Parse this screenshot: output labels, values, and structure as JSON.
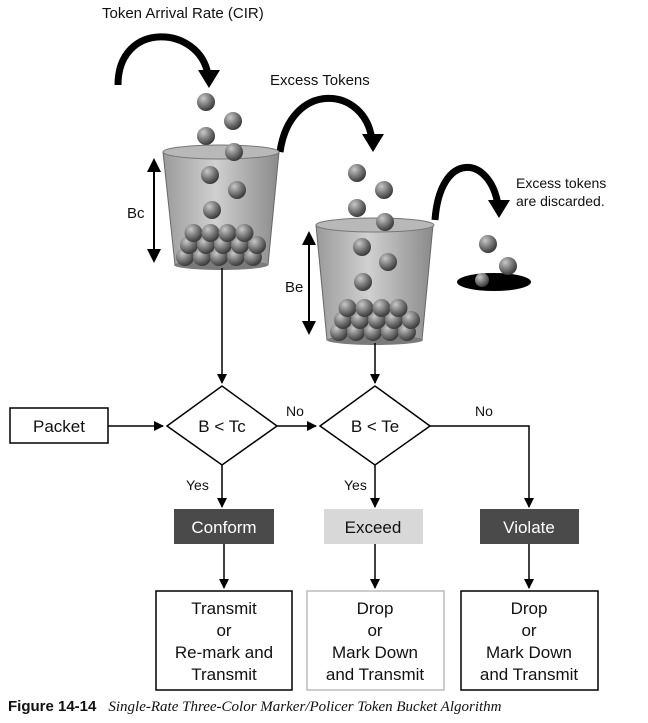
{
  "labels": {
    "token_arrival_rate": "Token Arrival Rate (CIR)",
    "excess_tokens": "Excess Tokens",
    "excess_discarded_line1": "Excess tokens",
    "excess_discarded_line2": "are discarded.",
    "bc": "Bc",
    "be": "Be",
    "packet": "Packet",
    "decision1": "B < Tc",
    "decision2": "B < Te",
    "no1": "No",
    "no2": "No",
    "yes1": "Yes",
    "yes2": "Yes"
  },
  "results": [
    {
      "label": "Conform",
      "action": [
        "Transmit",
        "or",
        "Re-mark and",
        "Transmit"
      ]
    },
    {
      "label": "Exceed",
      "action": [
        "Drop",
        "or",
        "Mark Down",
        "and Transmit"
      ]
    },
    {
      "label": "Violate",
      "action": [
        "Drop",
        "or",
        "Mark Down",
        "and Transmit"
      ]
    }
  ],
  "colors": {
    "conform": "#4a4a4a",
    "exceed": "#d8d8d8",
    "violate": "#4a4a4a"
  },
  "caption": {
    "figure": "Figure 14-14",
    "title": "Single-Rate Three-Color Marker/Policer Token Bucket Algorithm"
  }
}
